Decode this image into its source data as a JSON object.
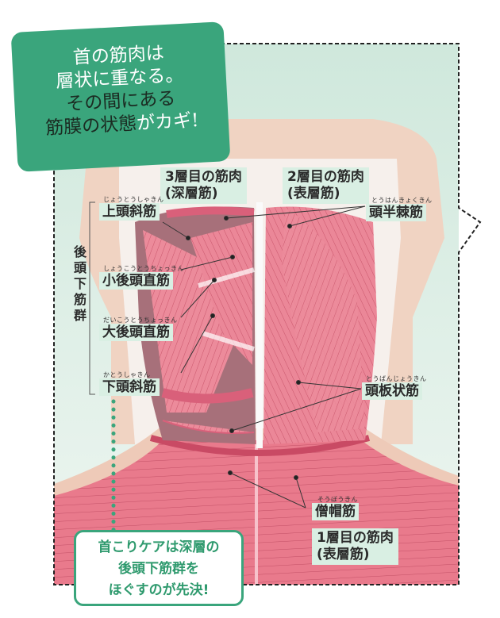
{
  "title_box": {
    "line1": "首の筋肉は",
    "line2": "層状に重なる。",
    "line3": "その間にある",
    "line4_dark": "筋膜の状態",
    "line4_light": "がカギ!"
  },
  "layers": {
    "layer3": {
      "line1": "3層目の筋肉",
      "line2": "(深層筋)"
    },
    "layer2": {
      "line1": "2層目の筋肉",
      "line2": "(表層筋)"
    },
    "layer1": {
      "line1": "1層目の筋肉",
      "line2": "(表層筋)"
    }
  },
  "muscles": [
    {
      "name": "上頭斜筋",
      "ruby": "じょうとうしゃきん"
    },
    {
      "name": "小後頭直筋",
      "ruby": "しょうこうとうちょっきん"
    },
    {
      "name": "大後頭直筋",
      "ruby": "だいこうとうちょっきん"
    },
    {
      "name": "下頭斜筋",
      "ruby": "かとうしゃきん"
    },
    {
      "name": "頭半棘筋",
      "ruby": "とうはんきょくきん"
    },
    {
      "name": "頭板状筋",
      "ruby": "とうばんじょうきん"
    },
    {
      "name": "僧帽筋",
      "ruby": "そうぼうきん"
    }
  ],
  "group_label": [
    "後",
    "頭",
    "下",
    "筋",
    "群"
  ],
  "bottom_note": {
    "line1": "首こりケアは深層の",
    "line2": "後頭下筋群を",
    "line3": "ほぐすのが先決!"
  },
  "colors": {
    "accent_green": "#3aa57c",
    "label_bg": "#d9efe3",
    "muscle": "#e7788a",
    "skin": "#f0d3c2"
  }
}
